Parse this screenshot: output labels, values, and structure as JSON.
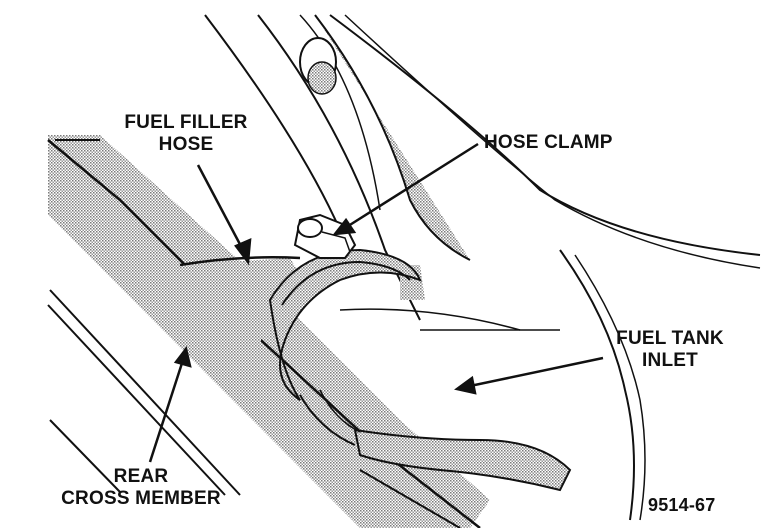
{
  "labels": {
    "fuel_filler_hose": [
      "FUEL FILLER",
      "HOSE"
    ],
    "hose_clamp": "HOSE CLAMP",
    "fuel_tank_inlet": [
      "FUEL TANK",
      "INLET"
    ],
    "rear_cross_member": [
      "REAR",
      "CROSS MEMBER"
    ],
    "figure_code": "9514-67"
  },
  "colors": {
    "ink": "#111111",
    "shade": "#9a9a9a",
    "paper": "#ffffff"
  }
}
